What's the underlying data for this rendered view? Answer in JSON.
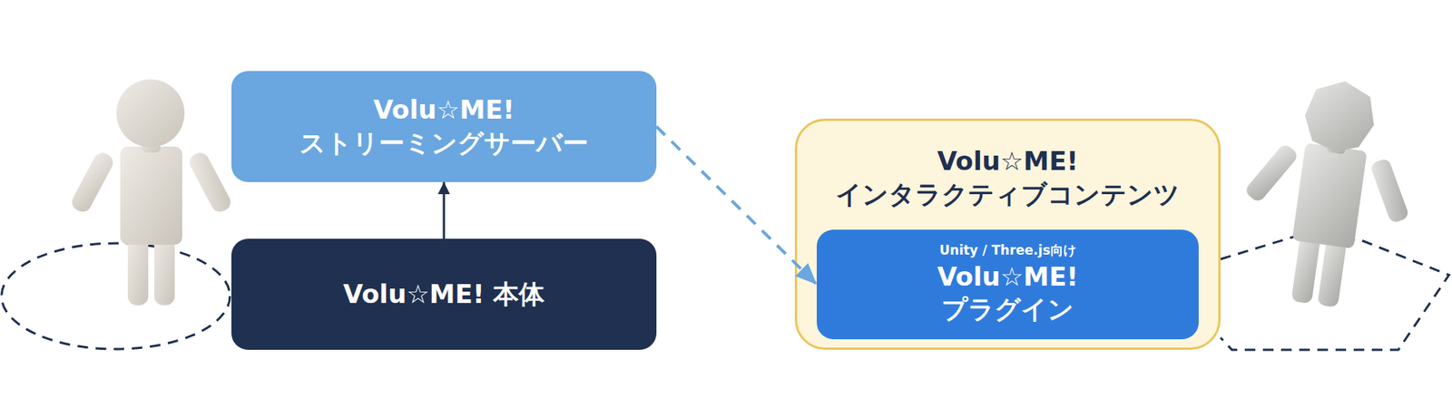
{
  "diagram": {
    "nodes": [
      {
        "text": [
          "Volu☆ME! ストリーミングサーバー"
        ]
      },
      {
        "text": [
          "Volu☆ME! 本体"
        ]
      },
      {
        "text": [
          "Volu☆ME! インタラクティブコンテンツ"
        ]
      },
      {
        "text": [
          "Unity / Three.js向け",
          "Volu☆ME! プラグイン"
        ],
        "in": 2
      }
    ],
    "edges": [
      {
        "from": 1,
        "to": 0,
        "arrow": "to"
      },
      {
        "from": 0,
        "to": 3,
        "arrow": "to"
      }
    ]
  }
}
